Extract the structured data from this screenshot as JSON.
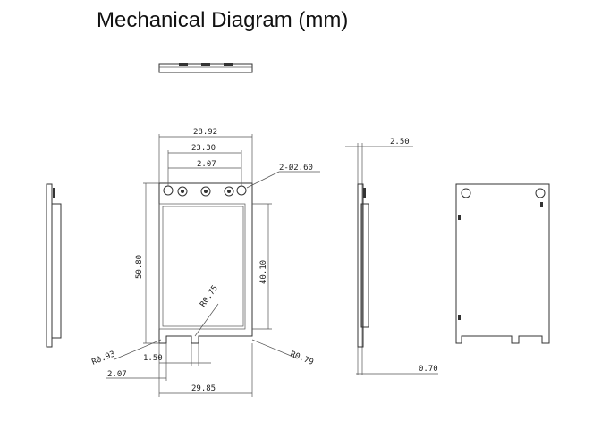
{
  "title": "Mechanical Diagram (mm)",
  "dimensions": {
    "overall_width": "28.92",
    "hole_spacing": "23.30",
    "connector_offset": "2.07",
    "holes": "2-Ø2.60",
    "overall_height": "50.80",
    "pcb_height": "40.10",
    "notch_radius": "R0.75",
    "left_corner_radius": "R0.93",
    "right_corner_radius": "R0.79",
    "notch_width": "1.50",
    "notch_offset": "2.07",
    "edge_width": "29.85",
    "thickness_top": "2.50",
    "thickness_bottom": "0.70"
  }
}
